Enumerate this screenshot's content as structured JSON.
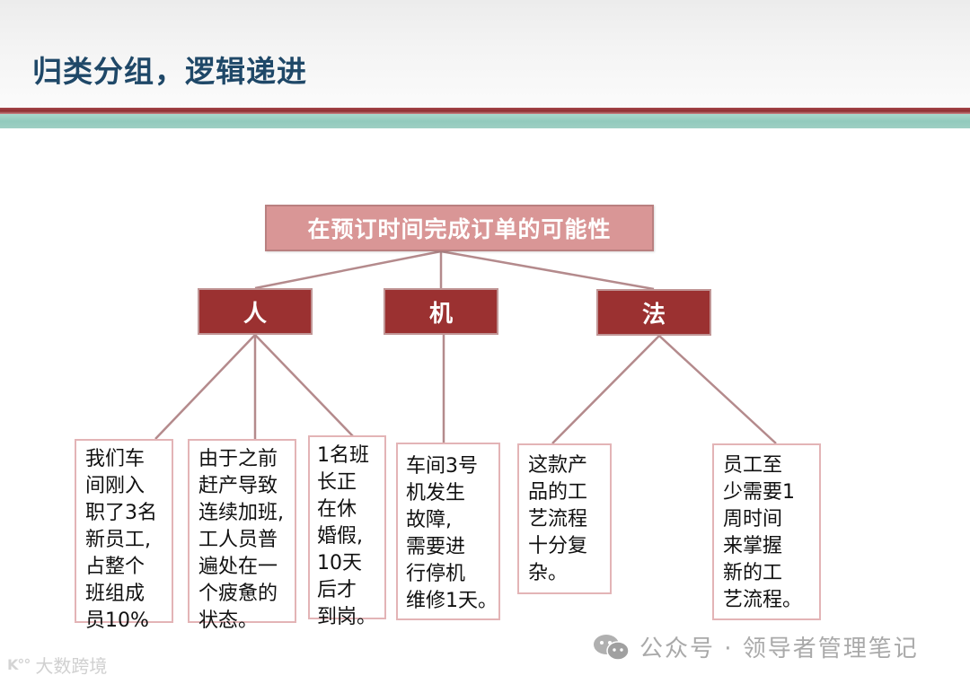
{
  "slide": {
    "title": "归类分组，逻辑递进"
  },
  "colors": {
    "title": "#1f4868",
    "stripe_red": "#9b3131",
    "stripe_teal": "#92cabd",
    "root_fill": "#d99696",
    "category_fill": "#9b3131",
    "leaf_border": "#e3b4b6",
    "connector": "#b48a8c"
  },
  "diagram": {
    "root": {
      "label": "在预订时间完成订单的可能性"
    },
    "categories": [
      {
        "label": "人",
        "leaves": [
          {
            "text": "我们车\n间刚入\n职了3名\n新员工,\n占整个\n班组成\n员10%"
          },
          {
            "text": "由于之前\n赶产导致\n连续加班,\n工人员普\n遍处在一\n个疲惫的\n状态。"
          },
          {
            "text": "1名班\n长正\n在休\n婚假,\n10天\n后才\n到岗。"
          }
        ]
      },
      {
        "label": "机",
        "leaves": [
          {
            "text": "车间3号\n机发生\n故障,\n需要进\n行停机\n维修1天。"
          }
        ]
      },
      {
        "label": "法",
        "leaves": [
          {
            "text": "这款产\n品的工\n艺流程\n十分复\n杂。"
          },
          {
            "text": "员工至\n少需要1\n周时间\n来掌握\n新的工\n艺流程。"
          }
        ]
      }
    ]
  },
  "watermarks": {
    "right": {
      "icon": "wechat-icon",
      "text": "公众号 · 领导者管理笔记"
    },
    "left": {
      "logo": "K°°",
      "text": "大数跨境"
    }
  }
}
